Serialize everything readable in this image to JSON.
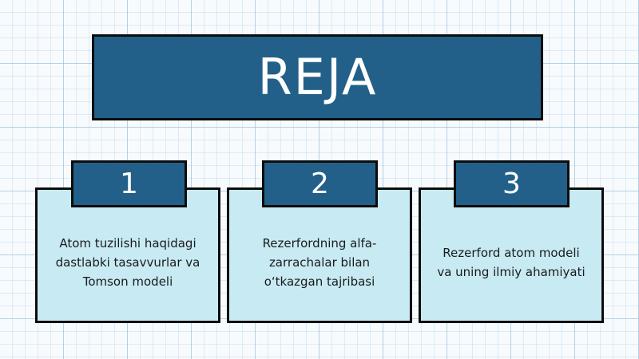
{
  "slide": {
    "title": "REJA",
    "items": [
      {
        "number": "1",
        "text": "Atom tuzilishi haqidagi dastlabki tasavvurlar va Tomson modeli"
      },
      {
        "number": "2",
        "text": "Rezerfordning alfa-zarrachalar bilan o‘tkazgan tajribasi"
      },
      {
        "number": "3",
        "text": "Rezerford atom modeli va uning ilmiy ahamiyati"
      }
    ]
  },
  "colors": {
    "accent_dark_blue": "#226089",
    "card_light_blue": "#c7eaf3",
    "border": "#0c0c0c",
    "grid_background": "#f7fbfd"
  }
}
